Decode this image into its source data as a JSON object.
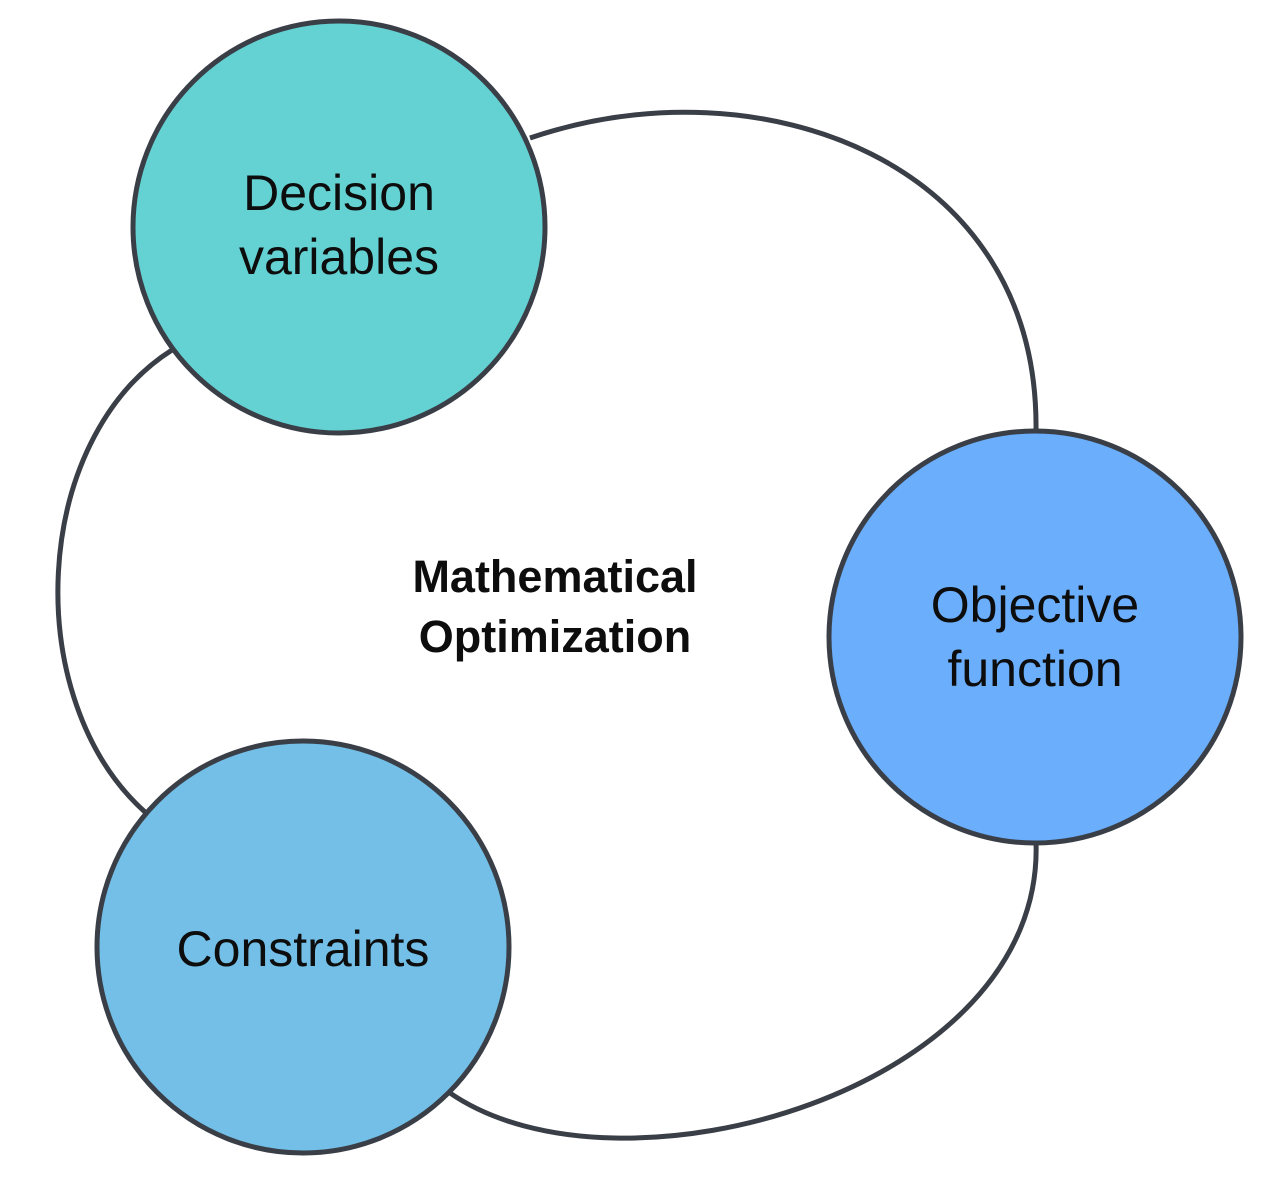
{
  "center": {
    "line1": "Mathematical",
    "line2": "Optimization"
  },
  "nodes": {
    "decision": {
      "line1": "Decision",
      "line2": "variables",
      "color": "#64d1d3"
    },
    "objective": {
      "line1": "Objective",
      "line2": "function",
      "color": "#6aaefc"
    },
    "constraints": {
      "line1": "Constraints",
      "color": "#73bfe7"
    }
  },
  "colors": {
    "outline": "#3a3f47",
    "text": "#0d0d0d",
    "background": "#ffffff"
  }
}
